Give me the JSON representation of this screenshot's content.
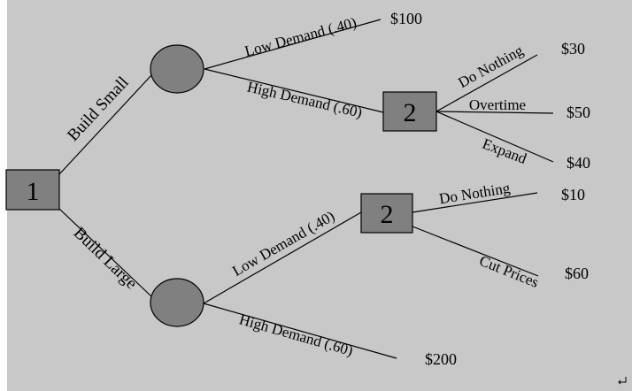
{
  "colors": {
    "background": "#c8c8c8",
    "node_fill": "#808080",
    "line": "#000000"
  },
  "decision_nodes": {
    "root": "1",
    "after_small_high": "2",
    "after_large_low": "2"
  },
  "branches": {
    "build_small": "Build Small",
    "build_large": "Build Large",
    "small_low": "Low Demand (.40)",
    "small_high": "High Demand (.60)",
    "small_do_nothing": "Do Nothing",
    "small_overtime": "Overtime",
    "small_expand": "Expand",
    "large_low": "Low Demand (.40)",
    "large_high": "High Demand (.60)",
    "large_do_nothing": "Do Nothing",
    "large_cut_prices": "Cut Prices"
  },
  "payoffs": {
    "small_low": "$100",
    "small_do_nothing": "$30",
    "small_overtime": "$50",
    "small_expand": "$40",
    "large_do_nothing": "$10",
    "large_cut_prices": "$60",
    "large_high": "$200"
  },
  "return_mark_icon": "return-arrow-icon"
}
